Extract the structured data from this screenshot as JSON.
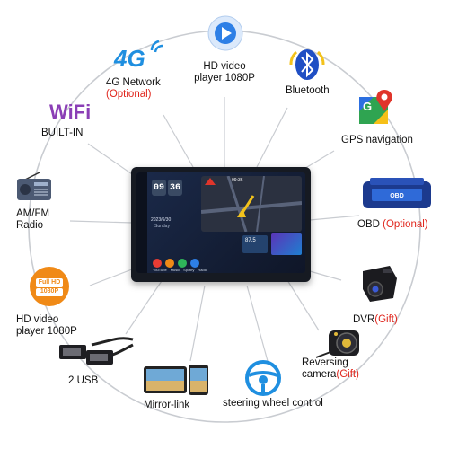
{
  "features": {
    "video_top": {
      "line1": "HD video",
      "line2": "player 1080P"
    },
    "network": {
      "logo": "4G",
      "label": "4G Network",
      "note": "(Optional)"
    },
    "bluetooth": {
      "label": "Bluetooth"
    },
    "gps": {
      "logo": "G",
      "label": "GPS navigation"
    },
    "wifi": {
      "logo": "WiFi",
      "label": "BUILT-IN"
    },
    "obd": {
      "label": "OBD",
      "note": "(Optional)"
    },
    "radio": {
      "line1": "AM/FM",
      "line2": "Radio"
    },
    "hd_badge": {
      "top": "Full HD",
      "bottom": "1080P"
    },
    "video_left": {
      "line1": "HD video",
      "line2": "player 1080P"
    },
    "dvr": {
      "label": "DVR",
      "note": "(Gift)"
    },
    "usb": {
      "label": "2 USB"
    },
    "camera": {
      "line1": "Reversing",
      "line2": "camera",
      "note": "(Gift)"
    },
    "mirror": {
      "label": "Mirror-link"
    },
    "steering": {
      "label": "steering wheel control"
    }
  },
  "screen": {
    "clock_h": "09",
    "clock_m": "36",
    "date": "2023/6/30",
    "day": "Sunday",
    "nav_time": "09:36",
    "radio_freq": "87.5",
    "apps": [
      "YouTube",
      "Music",
      "Spotify",
      "Radio"
    ]
  },
  "icons": [
    "play-icon",
    "bluetooth-icon",
    "map-pin-icon",
    "wifi-icon",
    "radio-icon",
    "usb-icon",
    "steering-wheel-icon",
    "camera-icon",
    "dvr-icon",
    "obd-icon",
    "phone-icon"
  ],
  "colors": {
    "accent_blue": "#1f8fe0",
    "note_red": "#e0241b",
    "circle": "#c9ccd1",
    "hd_orange": "#f08a17"
  }
}
